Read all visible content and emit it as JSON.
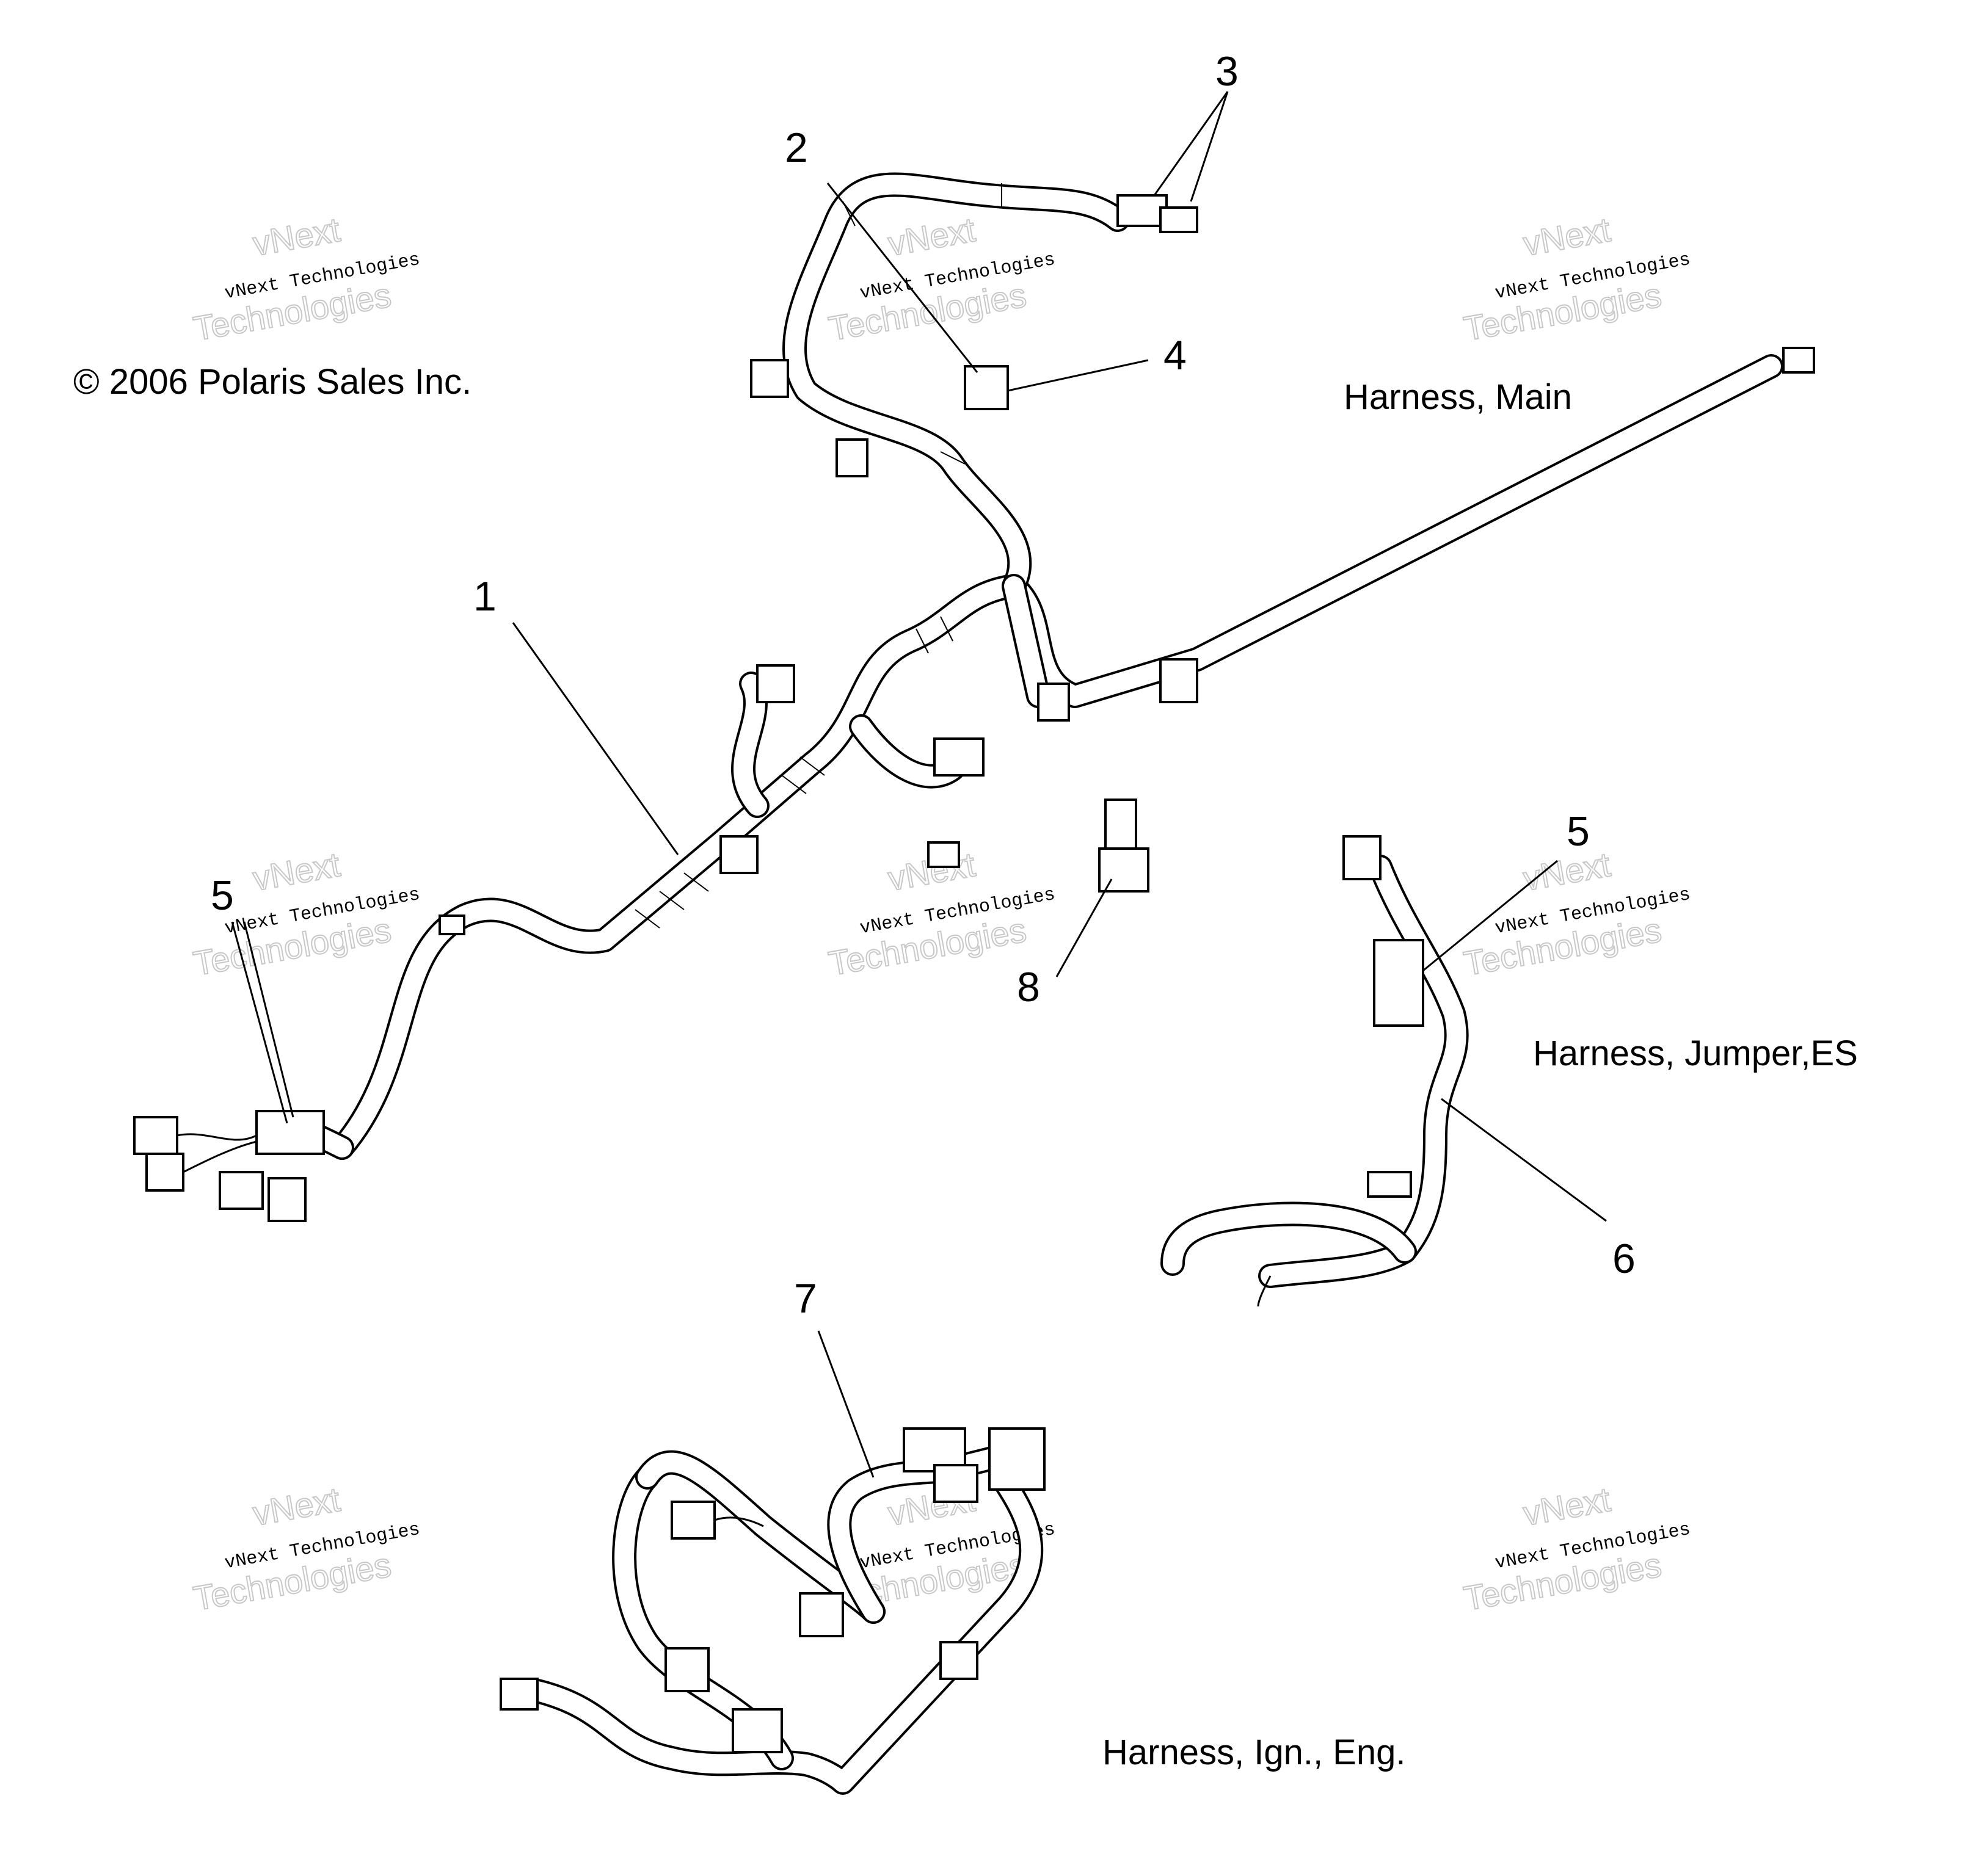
{
  "copyright": "© 2006 Polaris Sales Inc.",
  "watermark": {
    "line1": "vNext Technologies",
    "line2": "vNext",
    "line3": "Technologies"
  },
  "labels": {
    "harness_main": "Harness, Main",
    "harness_jumper": "Harness, Jumper,ES",
    "harness_ign": "Harness, Ign., Eng."
  },
  "callouts": {
    "c1": "1",
    "c2": "2",
    "c3": "3",
    "c4": "4",
    "c5a": "5",
    "c5b": "5",
    "c6": "6",
    "c7": "7",
    "c8": "8"
  }
}
